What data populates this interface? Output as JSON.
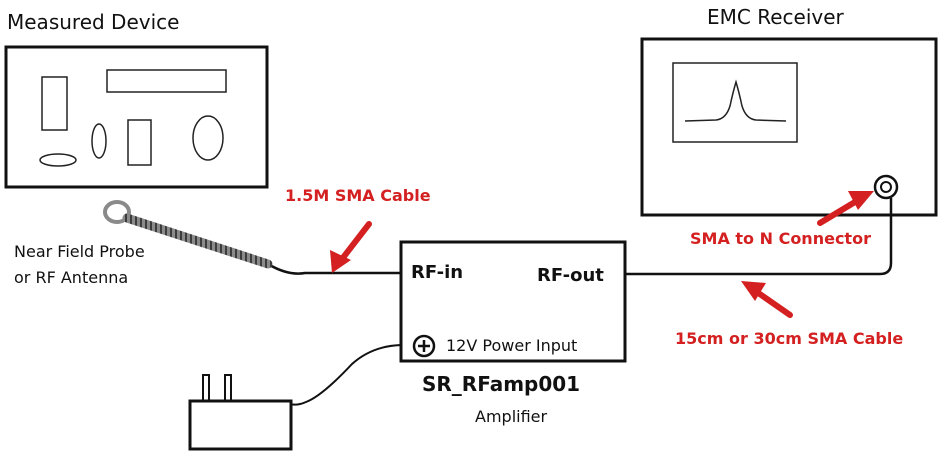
{
  "titles": {
    "measured_device": "Measured Device",
    "emc_receiver": "EMC Receiver"
  },
  "labels": {
    "probe_line1": "Near Field Probe",
    "probe_line2": "or RF Antenna",
    "cable_1_5m": "1.5M SMA Cable",
    "sma_to_n": "SMA to N Connector",
    "cable_short": "15cm or 30cm SMA Cable",
    "rf_in": "RF-in",
    "rf_out": "RF-out",
    "power_input": "12V Power Input",
    "model": "SR_RFamp001",
    "amplifier": "Amplifier"
  },
  "colors": {
    "annotation_red": "#d42020",
    "line_black": "#111111"
  },
  "icons": {
    "power": "plus-in-circle",
    "arrows": "red-pointer-arrow"
  }
}
